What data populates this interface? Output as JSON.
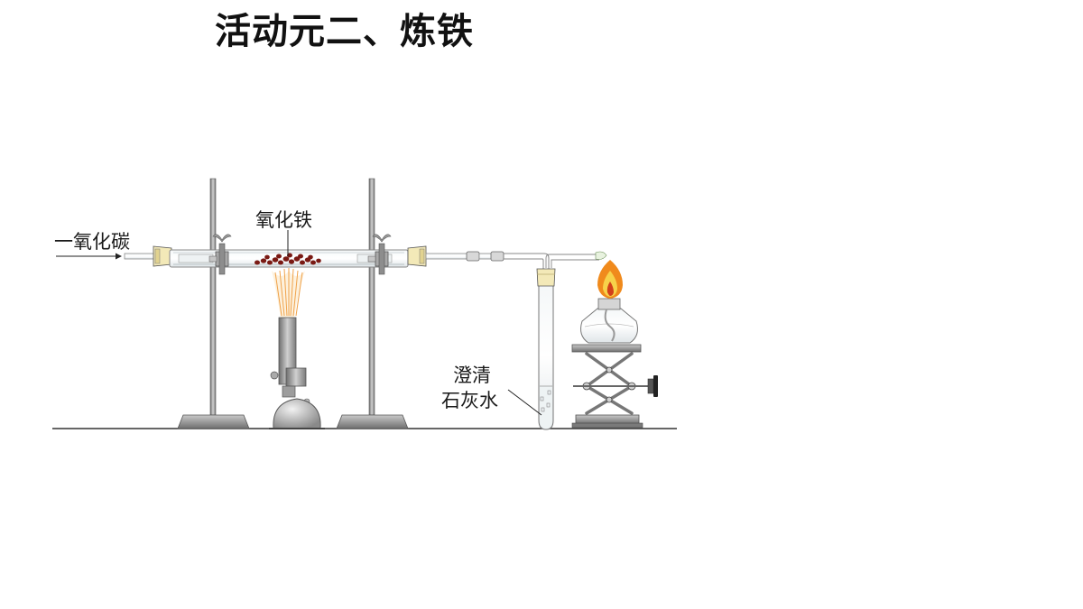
{
  "title": "活动元二、炼铁",
  "labels": {
    "co": "一氧化碳",
    "fe2o3": "氧化铁",
    "limewater_1": "澄清",
    "limewater_2": "石灰水"
  },
  "colors": {
    "iron_oxide": "#7a1a14",
    "flame_outer": "#f08a1c",
    "flame_inner": "#f7d24a",
    "flame_core": "#d2401a",
    "stopper": "#f3e9b8",
    "metal": "#8c8c8c"
  }
}
